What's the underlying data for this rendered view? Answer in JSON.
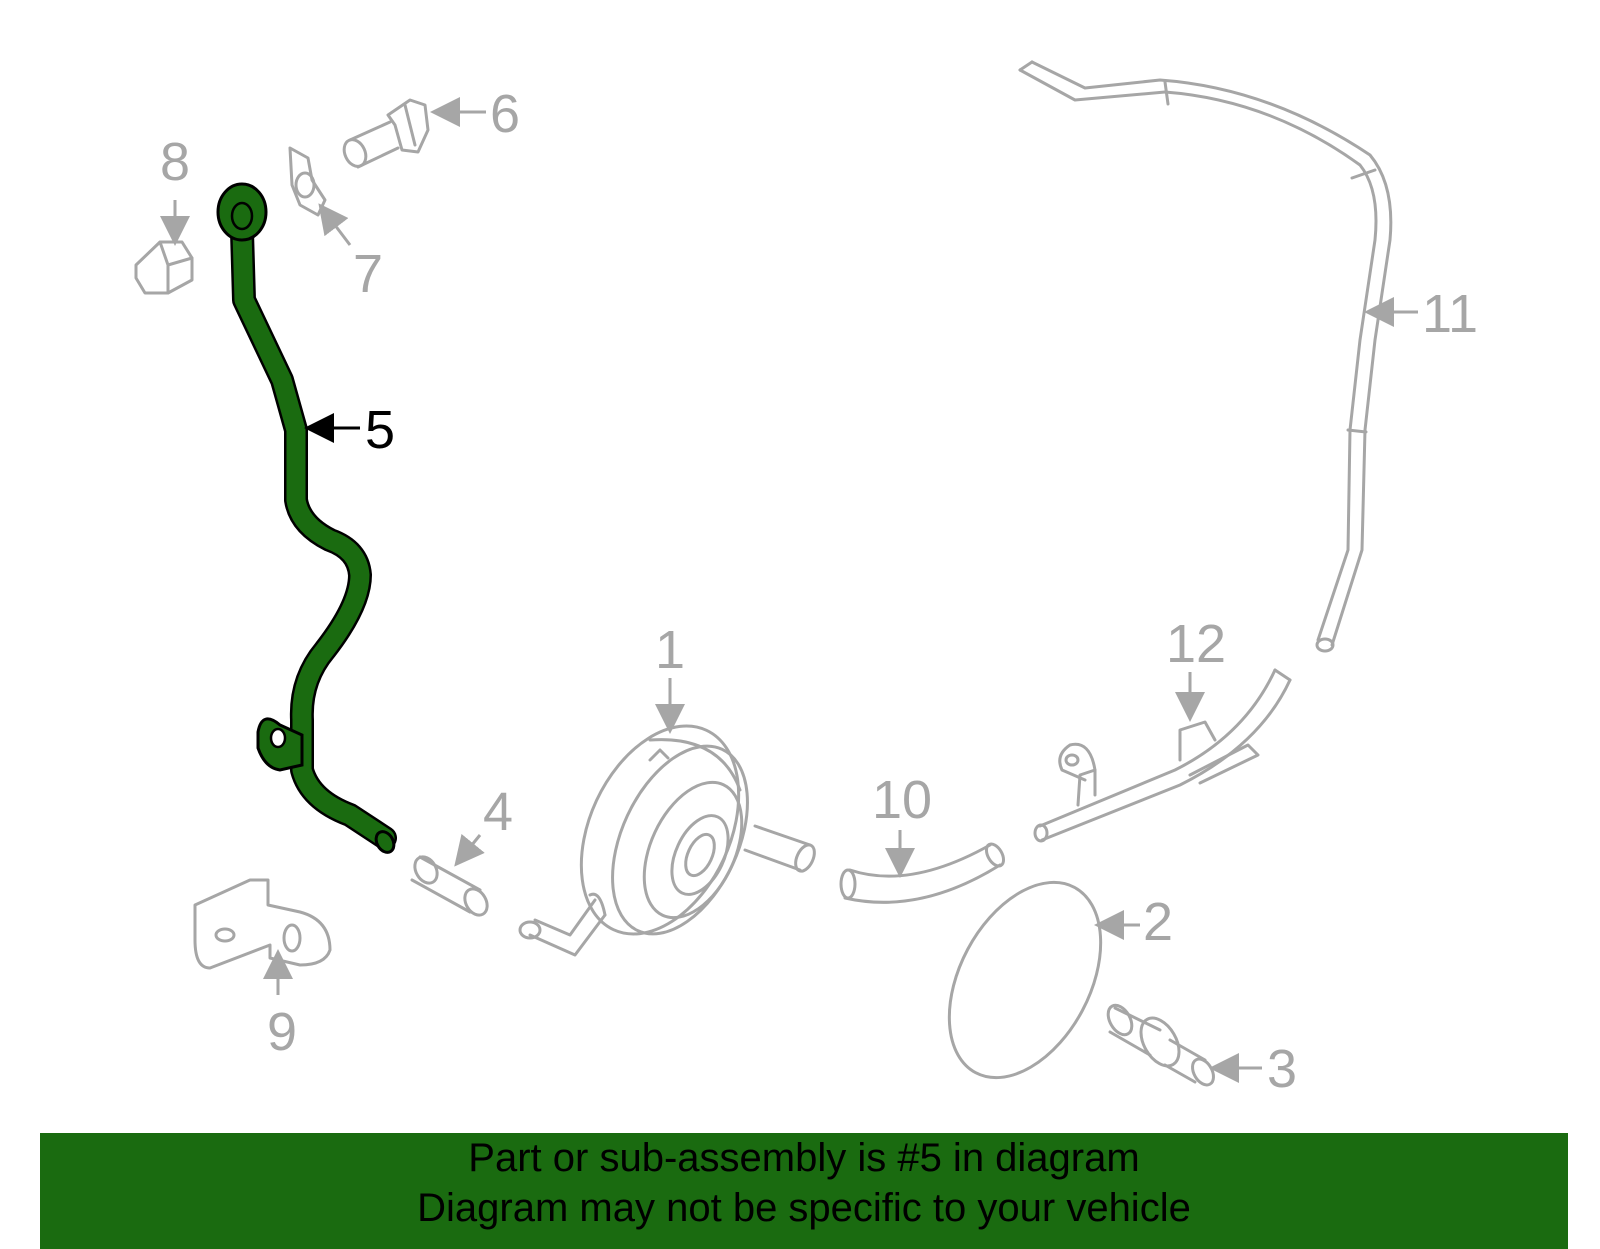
{
  "colors": {
    "highlight_part": "#1a6b10",
    "highlight_outline": "#000000",
    "other_parts": "#a6a6a6",
    "banner_background": "#1a6b10",
    "banner_text": "#000000"
  },
  "callouts": {
    "c1": "1",
    "c2": "2",
    "c3": "3",
    "c4": "4",
    "c5": "5",
    "c6": "6",
    "c7": "7",
    "c8": "8",
    "c9": "9",
    "c10": "10",
    "c11": "11",
    "c12": "12"
  },
  "highlighted_callout": "5",
  "banner": {
    "line1": "Part or sub-assembly is #5 in diagram",
    "line2": "Diagram may not be specific to your vehicle"
  }
}
